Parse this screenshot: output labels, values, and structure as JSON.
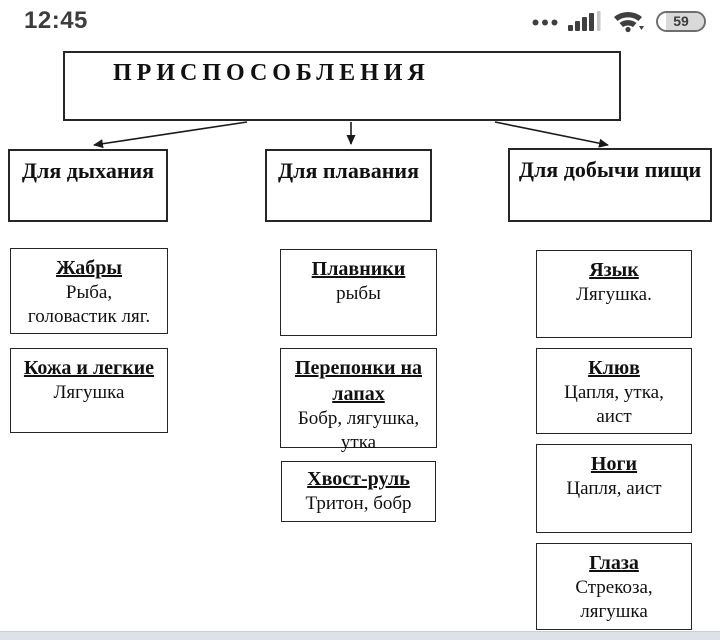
{
  "status_bar": {
    "time": "12:45",
    "battery_percent": "59",
    "icons": [
      "more-dots-icon",
      "cell-signal-icon",
      "wifi-icon",
      "battery-icon"
    ]
  },
  "diagram": {
    "root": {
      "label": "ПРИСПОСОБЛЕНИЯ"
    },
    "branches": [
      {
        "header": "Для дыхания",
        "items": [
          {
            "title": "Жабры",
            "body": "Рыба,\nголовастик ляг."
          },
          {
            "title": "Кожа и легкие",
            "body": "Лягушка"
          }
        ]
      },
      {
        "header": "Для плавания",
        "items": [
          {
            "title": "Плавники",
            "body": "рыбы"
          },
          {
            "title": "Перепонки на лапах",
            "body": "Бобр, лягушка,\nутка"
          },
          {
            "title": "Хвост-руль",
            "body": "Тритон, бобр"
          }
        ]
      },
      {
        "header": "Для добычи пищи",
        "items": [
          {
            "title": "Язык",
            "body": "Лягушка."
          },
          {
            "title": "Клюв",
            "body": "Цапля, утка,\nаист"
          },
          {
            "title": "Ноги",
            "body": "Цапля, аист"
          },
          {
            "title": "Глаза",
            "body": "Стрекоза,\nлягушка"
          }
        ]
      }
    ]
  },
  "colors": {
    "line_black": "#1a1a1a",
    "status_icon_gray": "#3f3f3f",
    "signal_empty_gray": "#c6c6c6",
    "battery_fill_gray": "#d9d9d9",
    "bottom_strip": "#dce2e8"
  }
}
